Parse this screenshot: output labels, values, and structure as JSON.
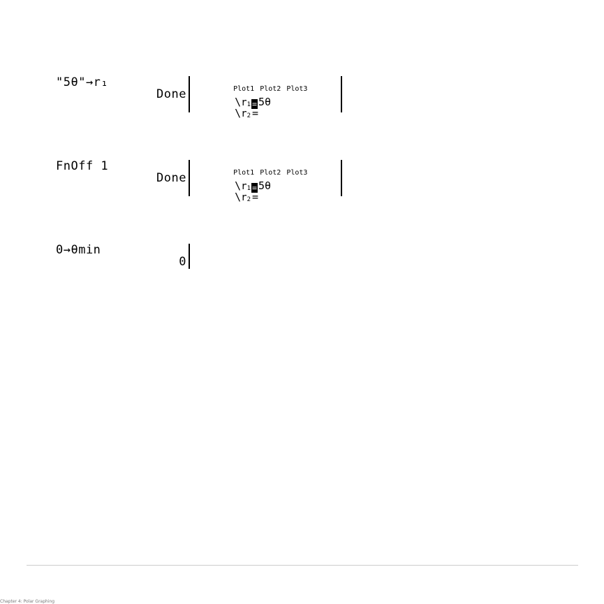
{
  "screens": [
    {
      "entry": "\"5θ\"→r₁",
      "result": "Done",
      "y_editor": {
        "plots": [
          "Plot1",
          "Plot2",
          "Plot3"
        ],
        "r1_label": "r",
        "r1_sub": "1",
        "r1_sign": "=",
        "r1_value": "5θ",
        "r2_label": "r",
        "r2_sub": "2",
        "r2_sign": "="
      }
    },
    {
      "entry": "FnOff 1",
      "result": "Done",
      "y_editor": {
        "plots": [
          "Plot1",
          "Plot2",
          "Plot3"
        ],
        "r1_label": "r",
        "r1_sub": "1",
        "r1_sign": "=",
        "r1_value": "5θ",
        "r2_label": "r",
        "r2_sub": "2",
        "r2_sign": "="
      }
    },
    {
      "entry": "0→θmin",
      "result": "0"
    }
  ],
  "footer": "Chapter 4: Polar Graphing"
}
